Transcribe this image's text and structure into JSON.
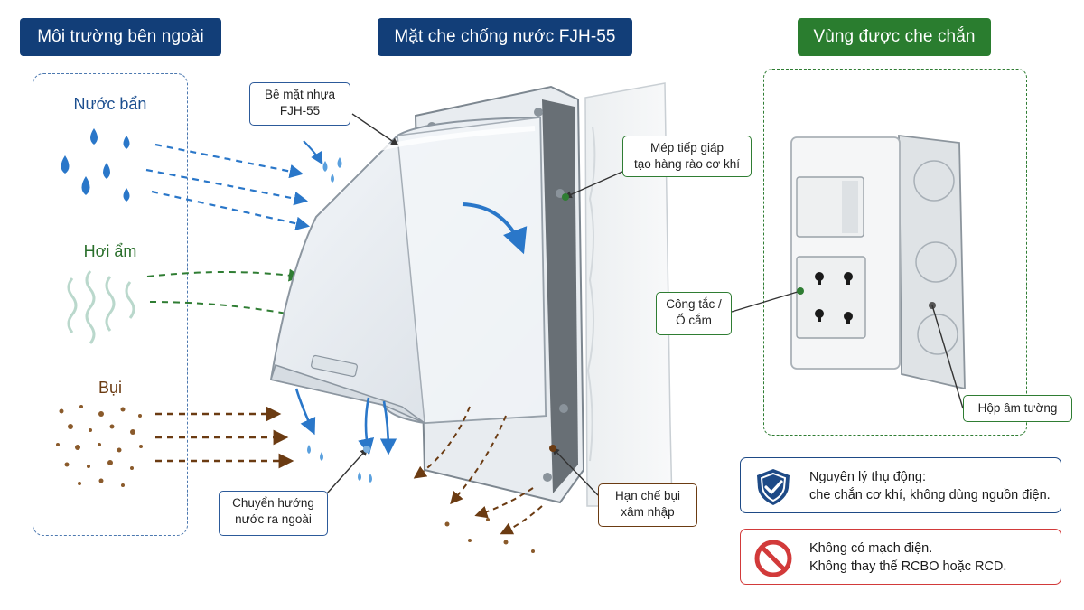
{
  "headers": {
    "environment": "Môi trường bên ngoài",
    "cover": "Mặt che chống nước FJH-55",
    "protected_zone": "Vùng được che chắn"
  },
  "environment": {
    "water_label": "Nước bẩn",
    "humidity_label": "Hơi ẩm",
    "dust_label": "Bụi"
  },
  "callouts": {
    "surface_line1": "Bề mặt nhựa",
    "surface_line2": "FJH-55",
    "edge_line1": "Mép tiếp giáp",
    "edge_line2": "tạo hàng rào cơ khí",
    "switch_line1": "Công tắc /",
    "switch_line2": "Ổ cắm",
    "wall_box": "Hộp âm tường",
    "redirect_line1": "Chuyển hướng",
    "redirect_line2": "nước ra ngoài",
    "dust_line1": "Hạn chế bụi",
    "dust_line2": "xâm nhập"
  },
  "info_boxes": {
    "passive_line1": "Nguyên lý thụ động:",
    "passive_line2": "che chắn cơ khí, không dùng nguồn điện.",
    "warning_line1": "Không có mạch điện.",
    "warning_line2": "Không thay thế RCBO hoặc RCD."
  },
  "colors": {
    "header_blue": "#123e78",
    "header_green": "#2a7d2f",
    "water_blue": "#2a77c9",
    "humidity_green": "#2f7d33",
    "dust_brown": "#6b3b12",
    "warning_red": "#d23a3a"
  }
}
